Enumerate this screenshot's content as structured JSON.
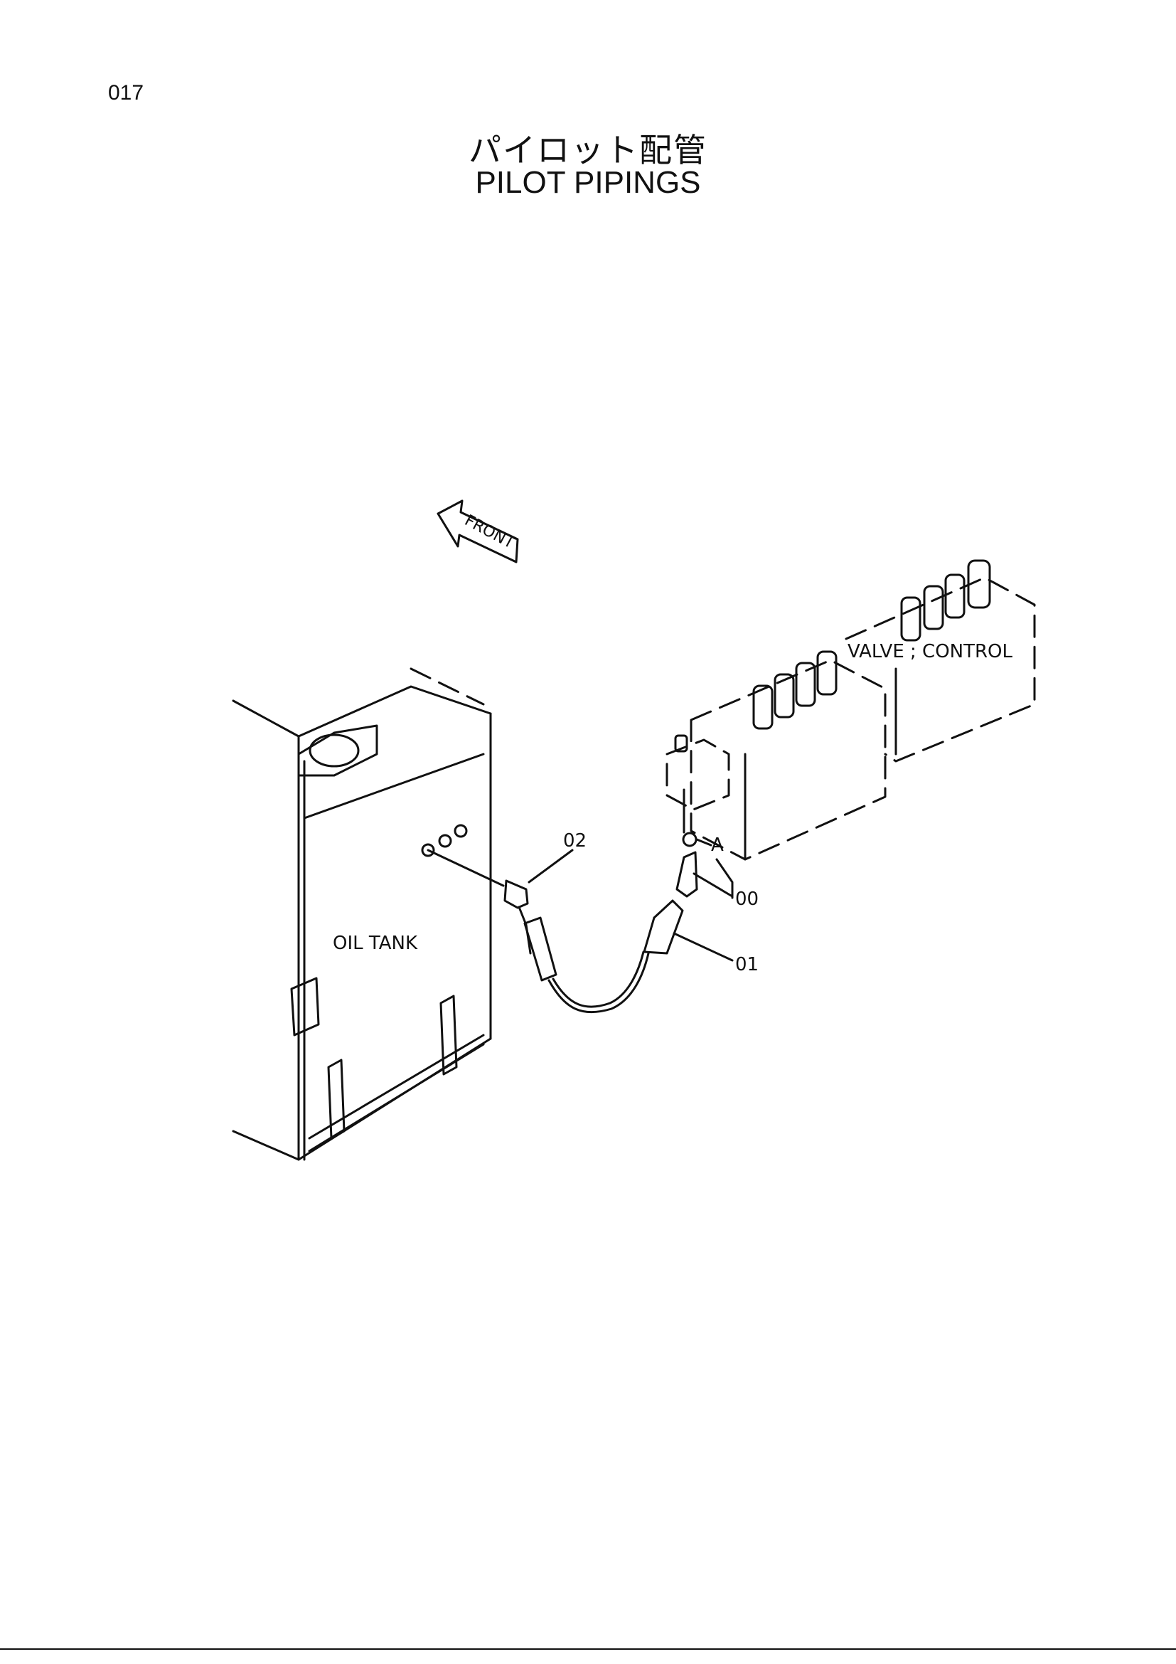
{
  "page": {
    "number": "017"
  },
  "title": {
    "japanese": "パイロット配管",
    "english": "PILOT PIPINGS"
  },
  "labels": {
    "front": "FRONT",
    "oil_tank": "OIL TANK",
    "valve_control": "VALVE ; CONTROL",
    "detail_a": "A"
  },
  "callouts": [
    "02",
    "00",
    "01"
  ]
}
